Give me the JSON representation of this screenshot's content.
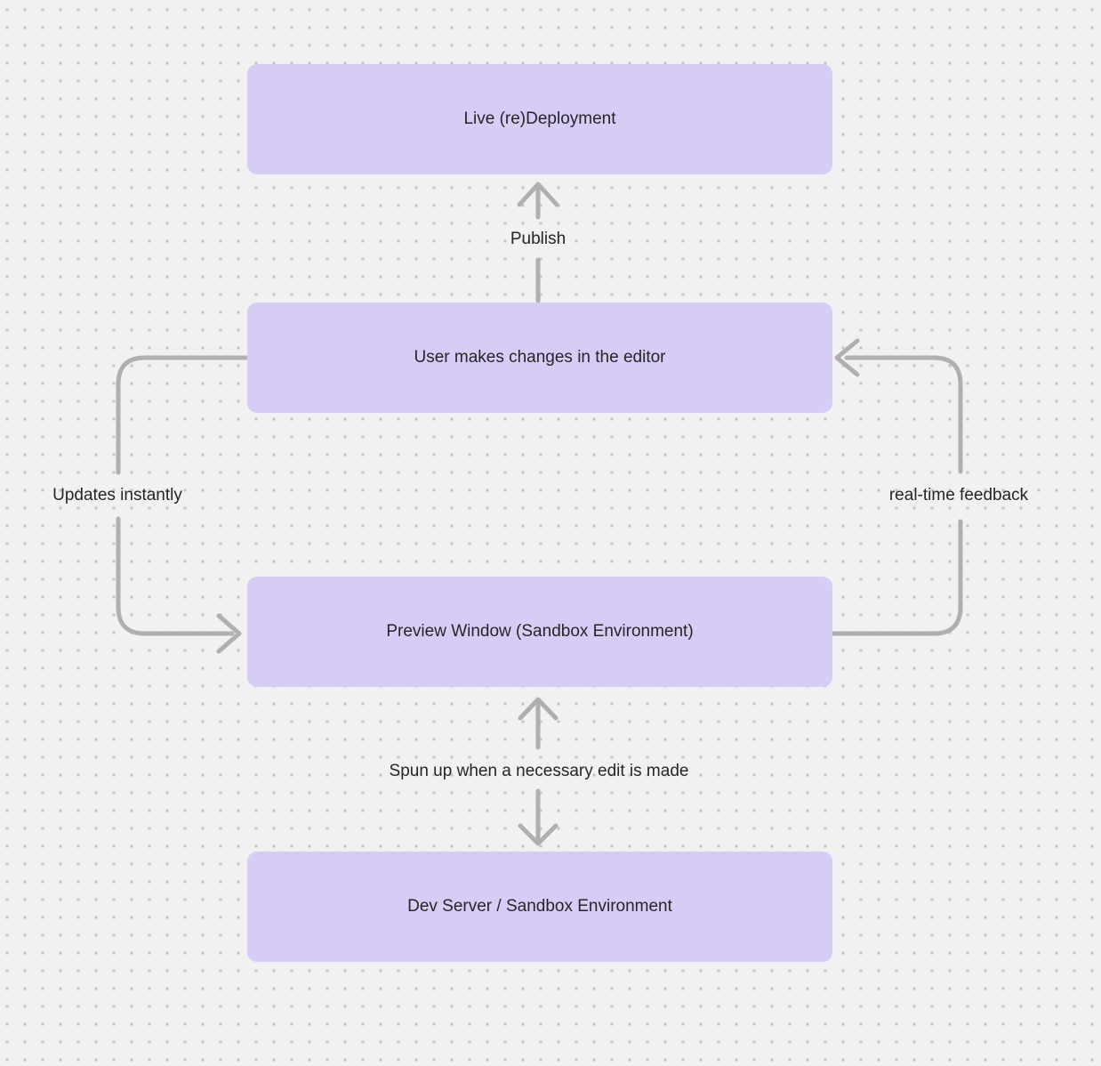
{
  "nodes": [
    {
      "id": "live-deployment",
      "label": "Live (re)Deployment"
    },
    {
      "id": "user-editor",
      "label": "User makes changes in the editor"
    },
    {
      "id": "preview-window",
      "label": "Preview Window (Sandbox Environment)"
    },
    {
      "id": "dev-server",
      "label": "Dev Server / Sandbox Environment"
    }
  ],
  "edges": [
    {
      "id": "publish",
      "from": "user-editor",
      "to": "live-deployment",
      "label": "Publish",
      "bidirectional": false
    },
    {
      "id": "updates-instantly",
      "from": "user-editor",
      "to": "preview-window",
      "label": "Updates instantly",
      "bidirectional": false
    },
    {
      "id": "realtime-feedback",
      "from": "preview-window",
      "to": "user-editor",
      "label": "real-time feedback",
      "bidirectional": false
    },
    {
      "id": "spun-up",
      "from": "preview-window",
      "to": "dev-server",
      "label": "Spun up when a necessary edit is made",
      "bidirectional": true
    }
  ],
  "colors": {
    "canvas_bg": "#f2f1f1",
    "canvas_dot": "#c6c4c4",
    "node_fill": "#d7ccf6",
    "arrow": "#b0aeae",
    "text": "#262626"
  }
}
